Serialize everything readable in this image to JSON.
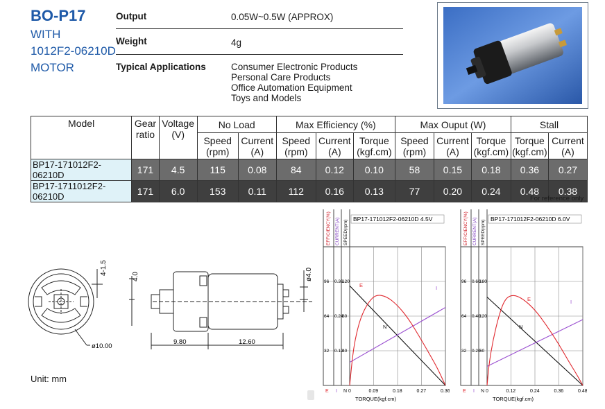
{
  "product": {
    "model": "BO-P17",
    "subtitle_lines": [
      "WITH",
      "1012F2-06210D",
      "MOTOR"
    ]
  },
  "specs": {
    "output_label": "Output",
    "output_value": "0.05W~0.5W (APPROX)",
    "weight_label": "Weight",
    "weight_value": "4g",
    "apps_label": "Typical Applications",
    "apps": [
      "Consumer Electronic Products",
      "Personal Care Products",
      "Office Automation Equipment",
      "Toys and Models"
    ]
  },
  "table": {
    "headers": {
      "model": "Model",
      "gear": "Gear ratio",
      "voltage": "Voltage (V)",
      "no_load": "No Load",
      "max_eff": "Max  Efficiency (%)",
      "max_out": "Max Ouput (W)",
      "stall": "Stall",
      "speed": "Speed (rpm)",
      "current": "Current (A)",
      "torque": "Torque (kgf.cm)"
    },
    "rows": [
      [
        "BP17-171012F2-06210D",
        "171",
        "4.5",
        "115",
        "0.08",
        "84",
        "0.12",
        "0.10",
        "58",
        "0.15",
        "0.18",
        "0.36",
        "0.27"
      ],
      [
        "BP17-1711012F2-06210D",
        "171",
        "6.0",
        "153",
        "0.11",
        "112",
        "0.16",
        "0.13",
        "77",
        "0.20",
        "0.24",
        "0.48",
        "0.38"
      ]
    ],
    "note": "For reference only"
  },
  "drawing": {
    "dims": [
      "4-1.5",
      "4.0",
      "ø4.0",
      "ø10.00",
      "9.80",
      "12.60"
    ],
    "unit": "Unit: mm"
  },
  "graphs": [
    {
      "title": "BP17-171012F2-06210D  4.5V",
      "axis_labels": [
        "EFFICIENCY(%)",
        "CURRENT(A)",
        "SPEED(rpm)"
      ],
      "y_ticks": [
        [
          "96",
          "0.36",
          "120"
        ],
        [
          "64",
          "0.24",
          "80"
        ],
        [
          "32",
          "0.12",
          "40"
        ]
      ],
      "bottom_letters": [
        "E",
        "I",
        "N",
        "0"
      ],
      "x_ticks": [
        "0.09",
        "0.18",
        "0.27",
        "0.36"
      ],
      "xlabel": "TORQUE(kgf.cm)",
      "curve_labels": [
        "E",
        "N",
        "I"
      ]
    },
    {
      "title": "BP17-171012F2-06210D  6.0V",
      "axis_labels": [
        "EFFICIENCY(%)",
        "CURRENT(A)",
        "SPEED(rpm)"
      ],
      "y_ticks": [
        [
          "96",
          "0.60",
          "180"
        ],
        [
          "64",
          "0.40",
          "120"
        ],
        [
          "32",
          "0.20",
          "60"
        ]
      ],
      "bottom_letters": [
        "E",
        "I",
        "N",
        "0"
      ],
      "x_ticks": [
        "0.12",
        "0.24",
        "0.36",
        "0.48"
      ],
      "xlabel": "TORQUE(kgf.cm)",
      "curve_labels": [
        "E",
        "N",
        "I"
      ]
    }
  ],
  "chart_data": [
    {
      "type": "line",
      "title": "BP17-171012F2-06210D  4.5V",
      "xlabel": "TORQUE(kgf.cm)",
      "xlim": [
        0,
        0.36
      ],
      "x_ticks": [
        0,
        0.09,
        0.18,
        0.27,
        0.36
      ],
      "series": [
        {
          "name": "N",
          "x": [
            0,
            0.36
          ],
          "y": [
            115,
            0
          ]
        },
        {
          "name": "I",
          "x": [
            0,
            0.36
          ],
          "y": [
            0.08,
            0.27
          ]
        },
        {
          "name": "E",
          "x": [
            0,
            0.01,
            0.02,
            0.04,
            0.07,
            0.1,
            0.14,
            0.18,
            0.22,
            0.26,
            0.3,
            0.33,
            0.36
          ],
          "y": [
            0,
            25,
            42,
            62,
            77,
            84,
            82,
            74,
            62,
            46,
            29,
            16,
            0
          ]
        }
      ],
      "y_axes": [
        {
          "label": "EFFICIENCY(%)",
          "range": [
            0,
            128
          ],
          "ticks": [
            32,
            64,
            96
          ]
        },
        {
          "label": "CURRENT(A)",
          "range": [
            0,
            0.48
          ],
          "ticks": [
            0.12,
            0.24,
            0.36
          ]
        },
        {
          "label": "SPEED(rpm)",
          "range": [
            0,
            160
          ],
          "ticks": [
            40,
            80,
            120
          ]
        }
      ],
      "grid": true
    },
    {
      "type": "line",
      "title": "BP17-171012F2-06210D  6.0V",
      "xlabel": "TORQUE(kgf.cm)",
      "xlim": [
        0,
        0.48
      ],
      "x_ticks": [
        0,
        0.12,
        0.24,
        0.36,
        0.48
      ],
      "series": [
        {
          "name": "N",
          "x": [
            0,
            0.48
          ],
          "y": [
            153,
            0
          ]
        },
        {
          "name": "I",
          "x": [
            0,
            0.48
          ],
          "y": [
            0.11,
            0.38
          ]
        },
        {
          "name": "E",
          "x": [
            0,
            0.01,
            0.03,
            0.06,
            0.09,
            0.13,
            0.18,
            0.24,
            0.3,
            0.36,
            0.41,
            0.45,
            0.48
          ],
          "y": [
            0,
            20,
            42,
            65,
            80,
            84,
            80,
            70,
            55,
            38,
            22,
            10,
            0
          ]
        }
      ],
      "y_axes": [
        {
          "label": "EFFICIENCY(%)",
          "range": [
            0,
            128
          ],
          "ticks": [
            32,
            64,
            96
          ]
        },
        {
          "label": "CURRENT(A)",
          "range": [
            0,
            0.8
          ],
          "ticks": [
            0.2,
            0.4,
            0.6
          ]
        },
        {
          "label": "SPEED(rpm)",
          "range": [
            0,
            240
          ],
          "ticks": [
            60,
            120,
            180
          ]
        }
      ],
      "grid": true
    }
  ]
}
